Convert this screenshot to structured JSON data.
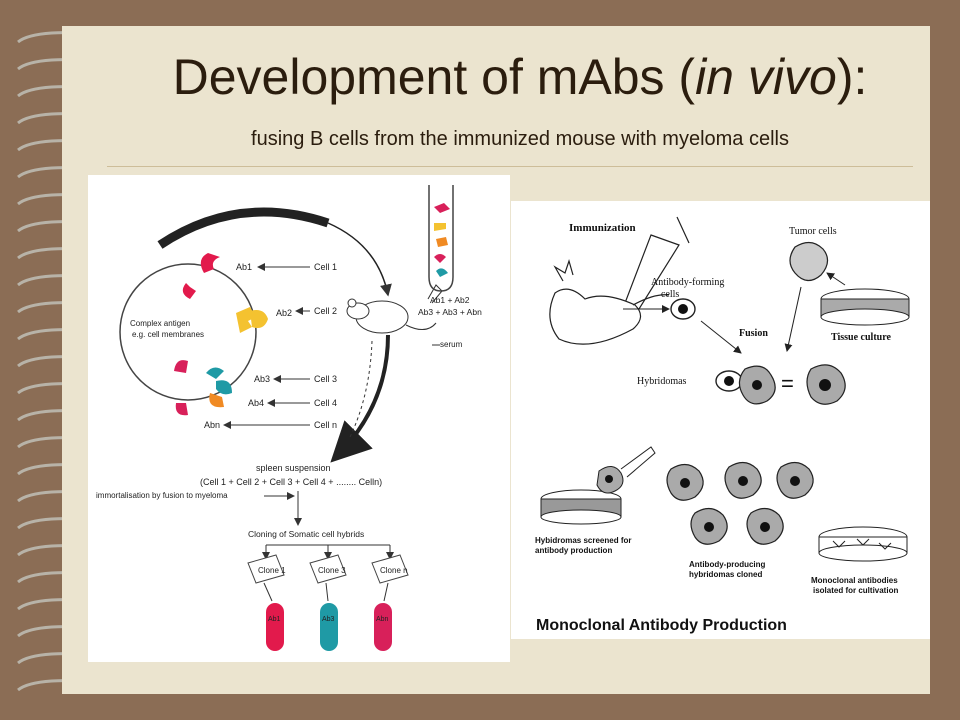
{
  "slide": {
    "title_main": "Development of mAbs (",
    "title_italic": "in vivo",
    "title_end": "):",
    "subtitle": "fusing B cells from the immunized mouse with myeloma cells"
  },
  "left_diagram": {
    "antibodies": [
      "Ab1",
      "Ab2",
      "Ab3",
      "Ab4",
      "Abn"
    ],
    "cells": [
      "Cell 1",
      "Cell 2",
      "Cell 3",
      "Cell 4",
      "Cell n"
    ],
    "antigen_label_1": "Complex antigen",
    "antigen_label_2": "e.g. cell membranes",
    "serum_line_1": "Ab1 + Ab2",
    "serum_line_2": "Ab3 + Ab3 + Abn",
    "serum_label": "serum",
    "spleen_title": "spleen suspension",
    "spleen_formula": "(Cell 1 + Cell 2 + Cell 3 + Cell 4 + ........ Celln)",
    "immortalisation": "immortalisation by fusion to myeloma",
    "cloning": "Cloning of Somatic cell hybrids",
    "clones": [
      "Clone 1",
      "Clone 3",
      "Clone n"
    ],
    "tube_labels": [
      "Ab1",
      "Ab3",
      "Abn"
    ],
    "colors": {
      "red": "#e21a4c",
      "yellow": "#f4c230",
      "orange": "#f08a23",
      "teal": "#1f9aa5",
      "magenta": "#d8205a"
    }
  },
  "right_diagram": {
    "immunization": "Immunization",
    "tumor_cells": "Tumor cells",
    "antibody_forming_1": "Antibody-forming",
    "antibody_forming_2": "cells",
    "fusion": "Fusion",
    "tissue_culture": "Tissue culture",
    "hybridomas": "Hybridomas",
    "equals": "=",
    "screened_1": "Hybidromas screened for",
    "screened_2": "antibody production",
    "cloned_1": "Antibody-producing",
    "cloned_2": "hybridomas cloned",
    "isolated_1": "Monoclonal antibodies",
    "isolated_2": "isolated for cultivation",
    "caption": "Monoclonal Antibody Production"
  }
}
